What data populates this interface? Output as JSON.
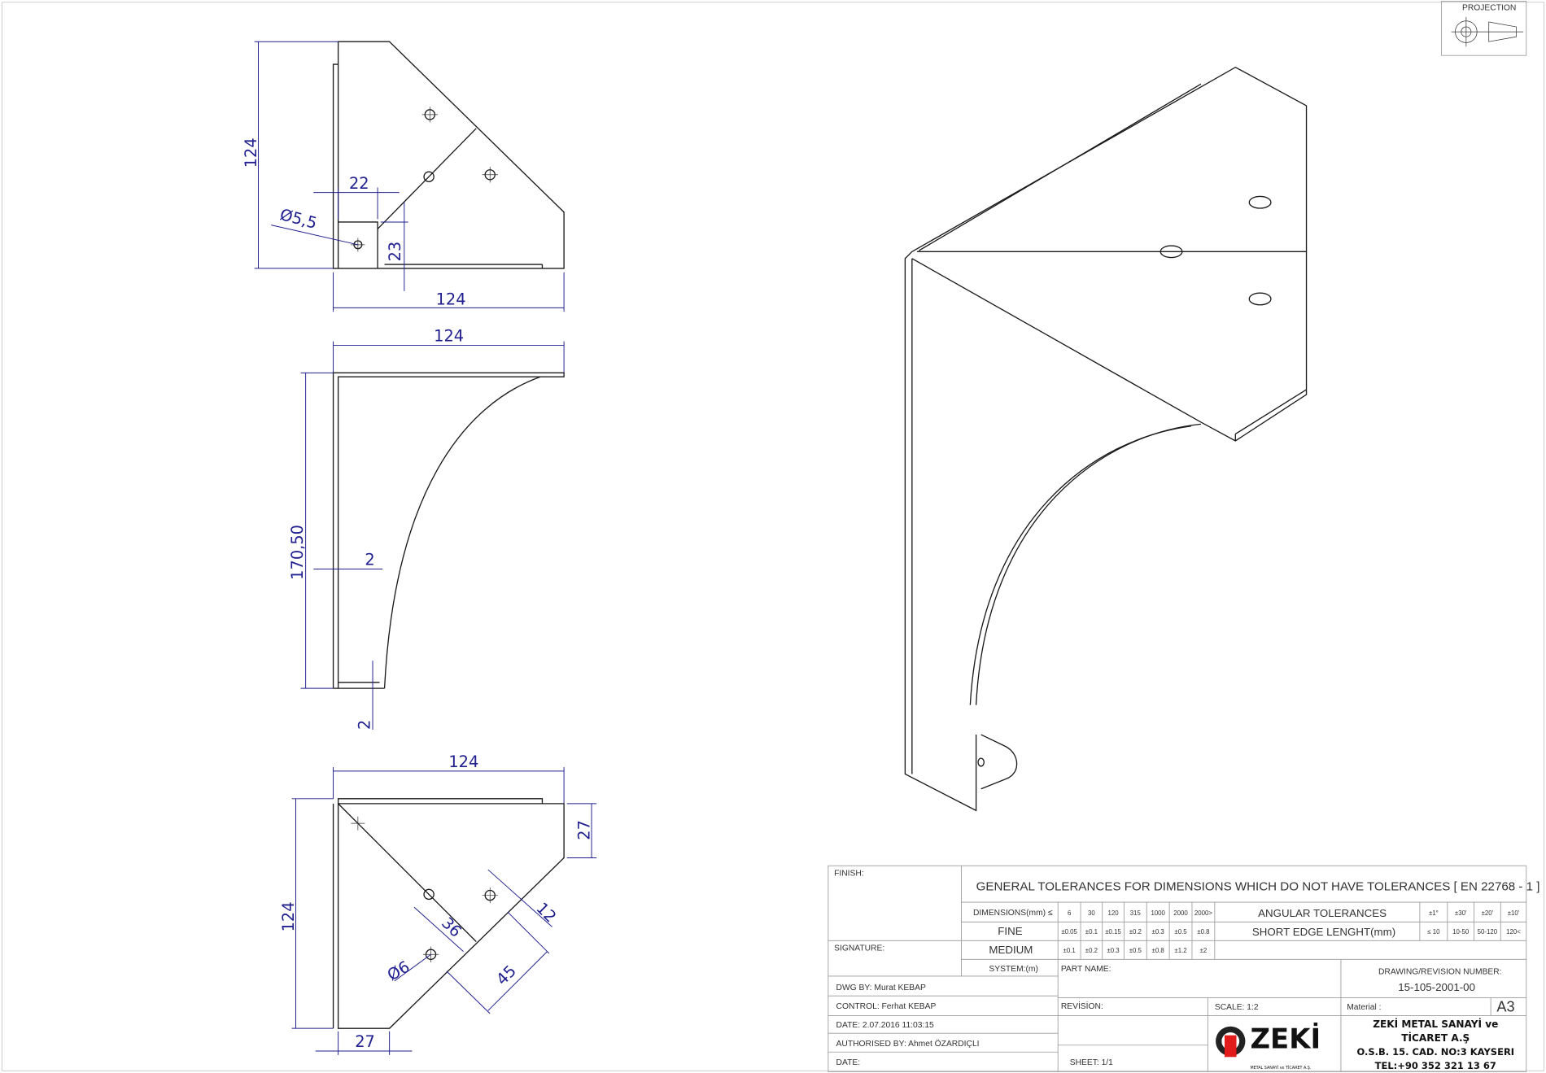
{
  "projection_label": "PROJECTION",
  "dimensions": {
    "top_view": {
      "height": "124",
      "width": "124",
      "d22": "22",
      "d23": "23",
      "hole": "Ø5,5"
    },
    "front_view": {
      "width": "124",
      "height": "170,50",
      "thickness": "2",
      "bottom": "2"
    },
    "bottom_view": {
      "width": "124",
      "height": "124",
      "d27_right": "27",
      "d27_bottom": "27",
      "d12": "12",
      "d36": "36",
      "d45": "45",
      "hole": "Ø6"
    }
  },
  "title_block": {
    "finish": "FINISH:",
    "signature": "SIGNATURE:",
    "general_tolerances": "GENERAL TOLERANCES FOR DIMENSIONS WHICH DO NOT HAVE TOLERANCES [ EN 22768 - 1 ]",
    "dimensions_label": "DIMENSIONS(mm) ≤",
    "dimension_steps": [
      "6",
      "30",
      "120",
      "315",
      "1000",
      "2000",
      "2000>"
    ],
    "fine_label": "FINE",
    "fine_values": [
      "±0.05",
      "±0.1",
      "±0.15",
      "±0.2",
      "±0.3",
      "±0.5",
      "±0.8"
    ],
    "medium_label": "MEDIUM",
    "medium_values": [
      "±0.1",
      "±0.2",
      "±0.3",
      "±0.5",
      "±0.8",
      "±1.2",
      "±2"
    ],
    "system_label": "SYSTEM:(m)",
    "angular_label": "ANGULAR  TOLERANCES",
    "angular_values": [
      "±1°",
      "±30'",
      "±20'",
      "±10'"
    ],
    "short_edge_label": "SHORT EDGE LENGHT(mm)",
    "short_edge_values": [
      "≤ 10",
      "10-50",
      "50-120",
      "120<"
    ],
    "part_name": "PART NAME:",
    "drawing_number_label": "DRAWING/REVISION NUMBER:",
    "drawing_number": "15-105-2001-00",
    "dwg_by": "DWG BY:   Murat KEBAP",
    "control": "CONTROL:  Ferhat KEBAP",
    "date_created": "DATE: 2.07.2016 11:03:15",
    "authorised_by": "AUTHORISED BY: Ahmet ÖZARDIÇLI",
    "date": "DATE:",
    "revision": "REVİSİON:",
    "scale": "SCALE: 1:2",
    "material": "Material :",
    "paper_size": "A3",
    "sheet": "SHEET: 1/1",
    "logo_text": "ZEKİ",
    "logo_subtext": "METAL SANAYİ ve TİCARET A.Ş.",
    "company_line1": "ZEKİ METAL SANAYİ ve",
    "company_line2": "TİCARET A.Ş",
    "company_address": "O.S.B. 15. CAD. NO:3  KAYSERI",
    "company_phone": "TEL:+90 352 321 13 67",
    "logo_red": "#e21b1b"
  }
}
